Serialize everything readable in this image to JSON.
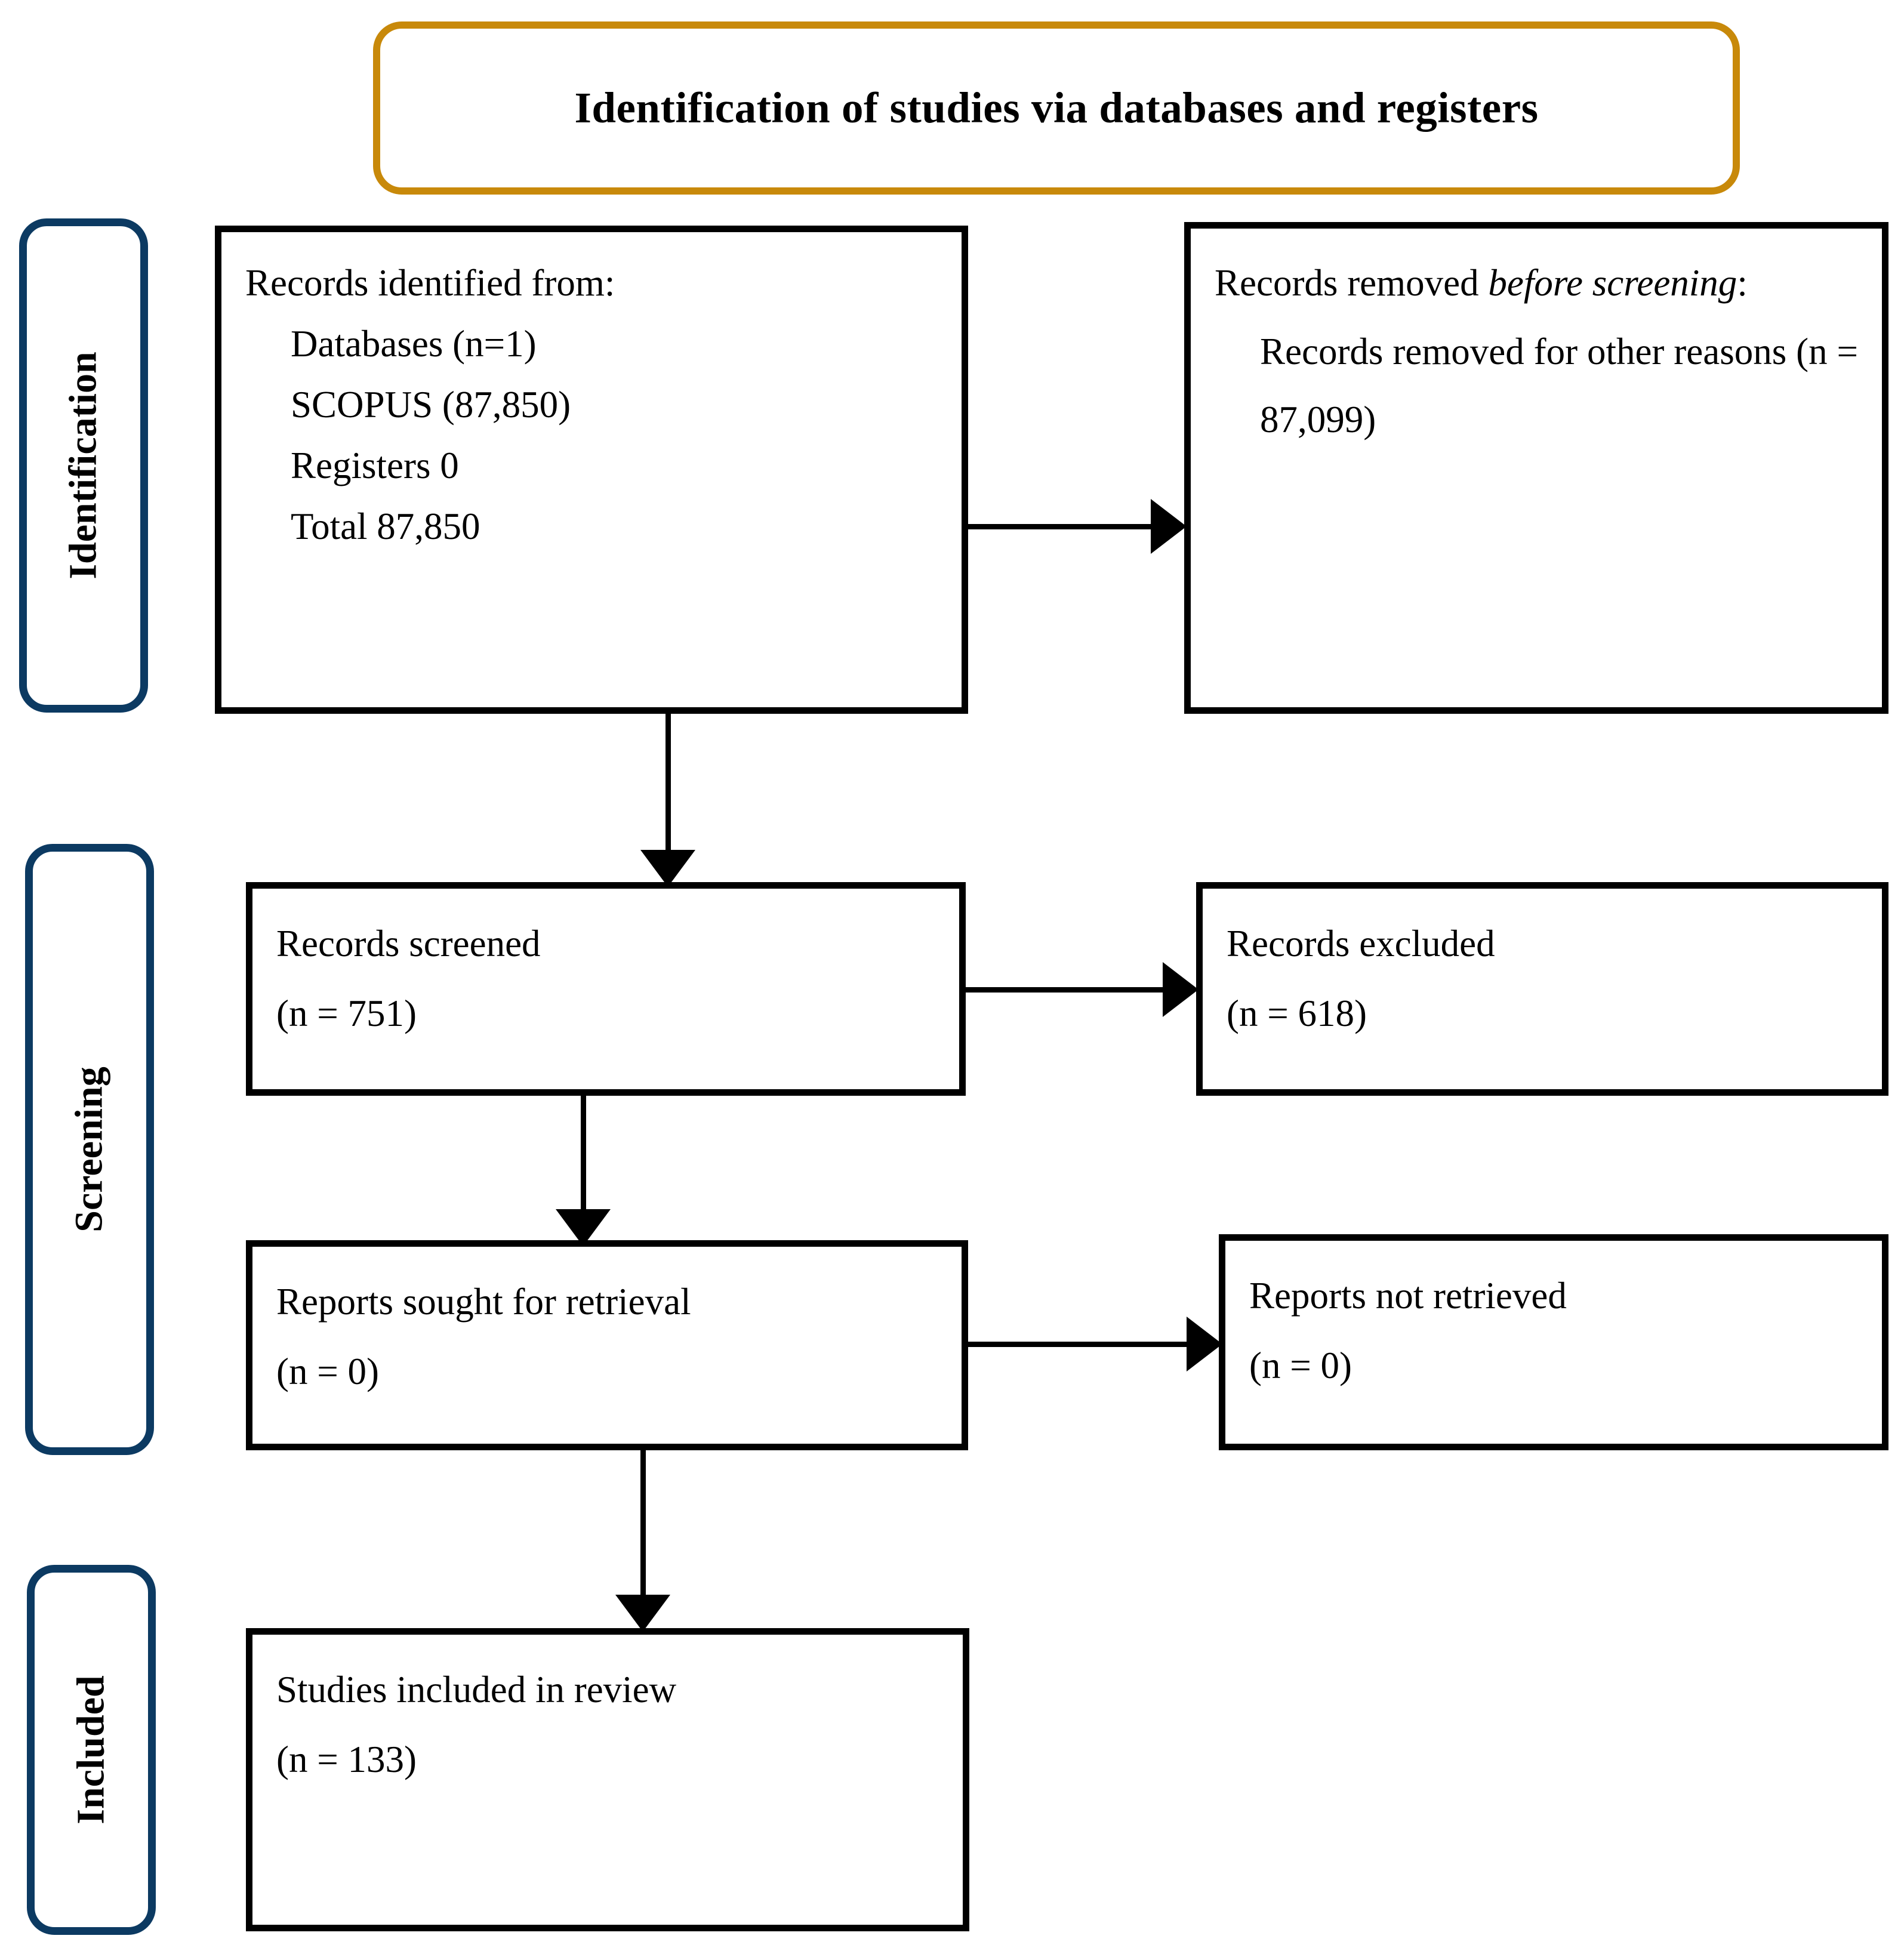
{
  "banner": {
    "title": "Identification of studies via databases and registers",
    "border_color": "#C8890A"
  },
  "rails": {
    "border_color": "#0C3A62",
    "identification": "Identification",
    "screening": "Screening",
    "included": "Included"
  },
  "boxes": {
    "identified": {
      "heading": "Records identified from:",
      "databases": "Databases (n=1)",
      "scopus": "SCOPUS (87,850)",
      "registers": "Registers 0",
      "total": "Total 87,850"
    },
    "removed": {
      "heading_plain": "Records removed ",
      "heading_italic_1": "before",
      "heading_italic_2": "screening",
      "heading_colon": ":",
      "reason": "Records removed for other reasons (n = 87,099)"
    },
    "screened": {
      "label": "Records screened",
      "count": "(n = 751)"
    },
    "excluded": {
      "label": "Records excluded",
      "count": "(n = 618)"
    },
    "sought": {
      "label": "Reports sought for retrieval",
      "count": "(n = 0)"
    },
    "not_retrieved": {
      "label": "Reports not retrieved",
      "count": "(n = 0)"
    },
    "included": {
      "label": "Studies included in review",
      "count": "(n = 133)"
    }
  }
}
